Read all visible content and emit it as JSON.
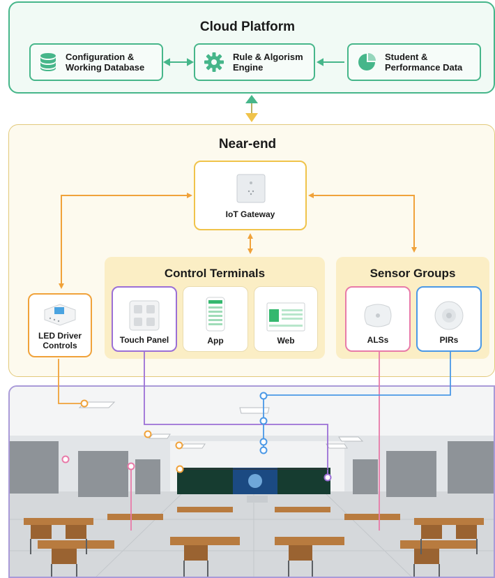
{
  "cloud": {
    "title": "Cloud Platform",
    "boxes": [
      {
        "label_line1": "Configuration &",
        "label_line2": "Working Database",
        "icon": "database-icon"
      },
      {
        "label_line1": "Rule & Algorism",
        "label_line2": "Engine",
        "icon": "gear-icon"
      },
      {
        "label_line1": "Student &",
        "label_line2": "Performance Data",
        "icon": "pie-chart-icon"
      }
    ]
  },
  "near_end": {
    "title": "Near-end",
    "gateway": {
      "label": "IoT Gateway"
    },
    "led": {
      "label_line1": "LED Driver",
      "label_line2": "Controls"
    },
    "control_terminals": {
      "title": "Control Terminals",
      "devices": [
        {
          "label": "Touch Panel"
        },
        {
          "label": "App"
        },
        {
          "label": "Web"
        }
      ]
    },
    "sensor_groups": {
      "title": "Sensor Groups",
      "devices": [
        {
          "label": "ALSs"
        },
        {
          "label": "PIRs"
        }
      ]
    }
  },
  "colors": {
    "cloud_green": "#46b68a",
    "near_yellow": "#f0c34a",
    "led_orange": "#f0a23a",
    "touch_purple": "#9b6fd6",
    "als_pink": "#e87aa8",
    "pir_blue": "#4a98e6",
    "classroom_border": "#a99ad8"
  }
}
